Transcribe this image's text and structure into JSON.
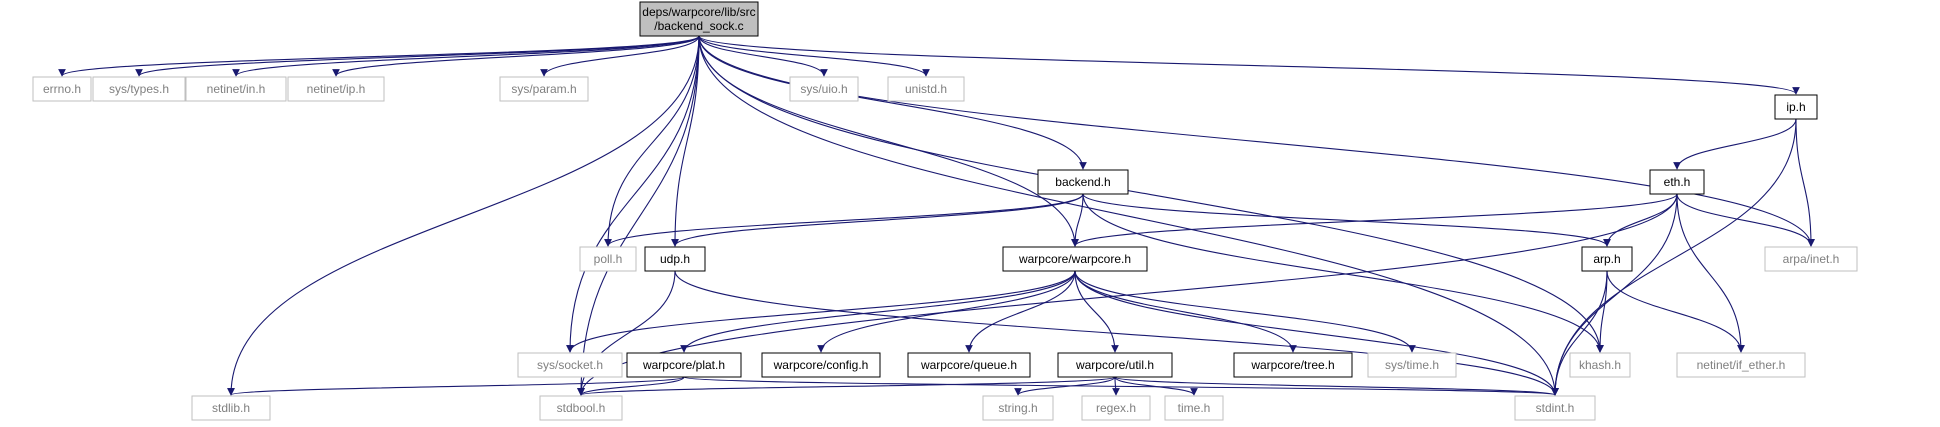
{
  "graph": {
    "root": {
      "id": "backend_sock",
      "lines": [
        "deps/warpcore/lib/src",
        "/backend_sock.c"
      ]
    },
    "nodes": [
      {
        "id": "errno",
        "label": "errno.h",
        "kind": "system"
      },
      {
        "id": "sys_types",
        "label": "sys/types.h",
        "kind": "system"
      },
      {
        "id": "netinet_in",
        "label": "netinet/in.h",
        "kind": "system"
      },
      {
        "id": "netinet_ip",
        "label": "netinet/ip.h",
        "kind": "system"
      },
      {
        "id": "sys_param",
        "label": "sys/param.h",
        "kind": "system"
      },
      {
        "id": "sys_uio",
        "label": "sys/uio.h",
        "kind": "system"
      },
      {
        "id": "unistd",
        "label": "unistd.h",
        "kind": "system"
      },
      {
        "id": "ip",
        "label": "ip.h",
        "kind": "project"
      },
      {
        "id": "backend",
        "label": "backend.h",
        "kind": "project"
      },
      {
        "id": "eth",
        "label": "eth.h",
        "kind": "project"
      },
      {
        "id": "poll",
        "label": "poll.h",
        "kind": "system"
      },
      {
        "id": "udp",
        "label": "udp.h",
        "kind": "project"
      },
      {
        "id": "warpcore_h",
        "label": "warpcore/warpcore.h",
        "kind": "project"
      },
      {
        "id": "arp",
        "label": "arp.h",
        "kind": "project"
      },
      {
        "id": "arpa_inet",
        "label": "arpa/inet.h",
        "kind": "system"
      },
      {
        "id": "sys_socket",
        "label": "sys/socket.h",
        "kind": "system"
      },
      {
        "id": "plat",
        "label": "warpcore/plat.h",
        "kind": "project"
      },
      {
        "id": "config",
        "label": "warpcore/config.h",
        "kind": "project"
      },
      {
        "id": "queue",
        "label": "warpcore/queue.h",
        "kind": "project"
      },
      {
        "id": "util",
        "label": "warpcore/util.h",
        "kind": "project"
      },
      {
        "id": "tree",
        "label": "warpcore/tree.h",
        "kind": "project"
      },
      {
        "id": "sys_time",
        "label": "sys/time.h",
        "kind": "system"
      },
      {
        "id": "khash",
        "label": "khash.h",
        "kind": "system"
      },
      {
        "id": "netinet_if_ether",
        "label": "netinet/if_ether.h",
        "kind": "system"
      },
      {
        "id": "stdlib",
        "label": "stdlib.h",
        "kind": "system"
      },
      {
        "id": "stdbool",
        "label": "stdbool.h",
        "kind": "system"
      },
      {
        "id": "string",
        "label": "string.h",
        "kind": "system"
      },
      {
        "id": "regex",
        "label": "regex.h",
        "kind": "system"
      },
      {
        "id": "time",
        "label": "time.h",
        "kind": "system"
      },
      {
        "id": "stdint",
        "label": "stdint.h",
        "kind": "system"
      }
    ],
    "edges": [
      [
        "backend_sock",
        "errno"
      ],
      [
        "backend_sock",
        "sys_types"
      ],
      [
        "backend_sock",
        "netinet_in"
      ],
      [
        "backend_sock",
        "netinet_ip"
      ],
      [
        "backend_sock",
        "sys_param"
      ],
      [
        "backend_sock",
        "sys_uio"
      ],
      [
        "backend_sock",
        "unistd"
      ],
      [
        "backend_sock",
        "ip"
      ],
      [
        "backend_sock",
        "backend"
      ],
      [
        "backend_sock",
        "poll"
      ],
      [
        "backend_sock",
        "udp"
      ],
      [
        "backend_sock",
        "warpcore_h"
      ],
      [
        "backend_sock",
        "arpa_inet"
      ],
      [
        "backend_sock",
        "sys_socket"
      ],
      [
        "backend_sock",
        "khash"
      ],
      [
        "backend_sock",
        "stdlib"
      ],
      [
        "backend_sock",
        "stdbool"
      ],
      [
        "backend_sock",
        "stdint"
      ],
      [
        "ip",
        "eth"
      ],
      [
        "ip",
        "arpa_inet"
      ],
      [
        "ip",
        "stdint"
      ],
      [
        "eth",
        "warpcore_h"
      ],
      [
        "eth",
        "arp"
      ],
      [
        "eth",
        "arpa_inet"
      ],
      [
        "eth",
        "netinet_if_ether"
      ],
      [
        "eth",
        "stdint"
      ],
      [
        "eth",
        "stdbool"
      ],
      [
        "backend",
        "poll"
      ],
      [
        "backend",
        "udp"
      ],
      [
        "backend",
        "warpcore_h"
      ],
      [
        "backend",
        "arp"
      ],
      [
        "backend",
        "khash"
      ],
      [
        "udp",
        "stdbool"
      ],
      [
        "udp",
        "stdint"
      ],
      [
        "warpcore_h",
        "sys_socket"
      ],
      [
        "warpcore_h",
        "plat"
      ],
      [
        "warpcore_h",
        "config"
      ],
      [
        "warpcore_h",
        "queue"
      ],
      [
        "warpcore_h",
        "util"
      ],
      [
        "warpcore_h",
        "tree"
      ],
      [
        "warpcore_h",
        "sys_time"
      ],
      [
        "warpcore_h",
        "stdint"
      ],
      [
        "arp",
        "khash"
      ],
      [
        "arp",
        "netinet_if_ether"
      ],
      [
        "arp",
        "stdint"
      ],
      [
        "plat",
        "stdlib"
      ],
      [
        "plat",
        "stdbool"
      ],
      [
        "plat",
        "stdint"
      ],
      [
        "util",
        "stdbool"
      ],
      [
        "util",
        "string"
      ],
      [
        "util",
        "regex"
      ],
      [
        "util",
        "time"
      ],
      [
        "util",
        "stdint"
      ]
    ]
  },
  "colors": {
    "edge": "#191970",
    "root_fill": "#bfbfbf",
    "root_stroke": "#000000",
    "project_stroke": "#000000",
    "system_stroke": "#bfbfbf",
    "system_text": "#808080",
    "project_text": "#000000"
  }
}
